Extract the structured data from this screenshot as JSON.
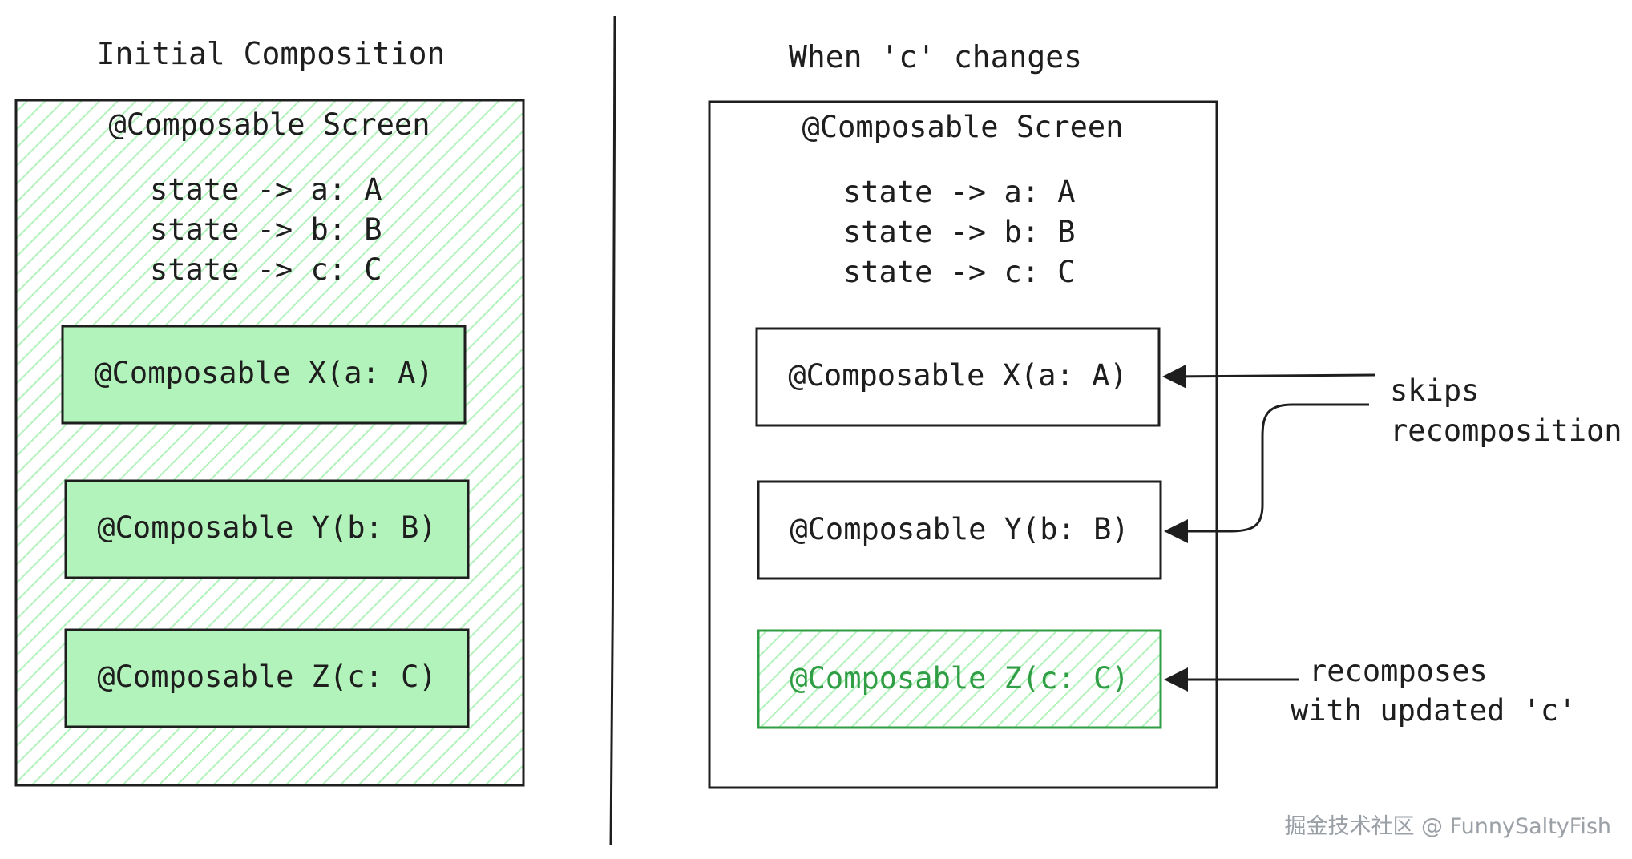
{
  "left": {
    "title": "Initial Composition",
    "screen_header": "@Composable Screen",
    "state_lines": [
      "state -> a: A",
      "state -> b: B",
      "state -> c: C"
    ],
    "children": [
      "@Composable X(a: A)",
      "@Composable Y(b: B)",
      "@Composable Z(c: C)"
    ]
  },
  "right": {
    "title": "When 'c' changes",
    "screen_header": "@Composable Screen",
    "state_lines": [
      "state -> a: A",
      "state -> b: B",
      "state -> c: C"
    ],
    "children": [
      "@Composable X(a: A)",
      "@Composable Y(b: B)",
      "@Composable Z(c: C)"
    ],
    "note_skips": [
      "skips",
      "recomposition"
    ],
    "note_recomposes": [
      "recomposes",
      "with updated 'c'"
    ]
  },
  "watermark": "掘金技术社区 @ FunnySaltyFish",
  "colors": {
    "stroke": "#1e1e1e",
    "fill_green": "#b2f2bb",
    "hatch_green": "#b2f2bb",
    "text_green": "#2f9e44",
    "stroke_green": "#2f9e44"
  }
}
